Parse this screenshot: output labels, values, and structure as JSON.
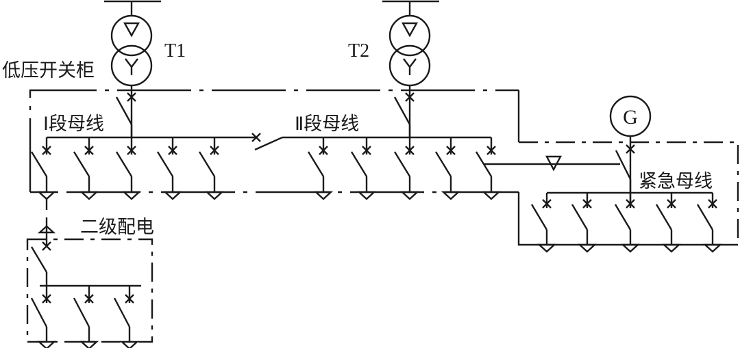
{
  "diagram": {
    "type": "single-line electrical distribution diagram",
    "labels": {
      "low_voltage_cabinet": "低压开关柜",
      "transformer_1": "T1",
      "transformer_2": "T2",
      "bus_section_1": "Ⅰ段母线",
      "bus_section_2": "Ⅱ段母线",
      "generator": "G",
      "emergency_bus": "紧急母线",
      "secondary_distribution": "二级配电"
    },
    "components": {
      "transformers": [
        {
          "id": "T1",
          "primary_winding": "delta",
          "secondary_winding": "wye"
        },
        {
          "id": "T2",
          "primary_winding": "delta",
          "secondary_winding": "wye"
        }
      ],
      "bus_section_1_feeders": 5,
      "bus_section_2_feeders": 5,
      "emergency_bus_feeders": 5,
      "secondary_distribution_feeders": 3,
      "bus_tie": "circuit breaker with switch between section I and section II",
      "generator": "emergency generator feeding emergency bus"
    }
  }
}
